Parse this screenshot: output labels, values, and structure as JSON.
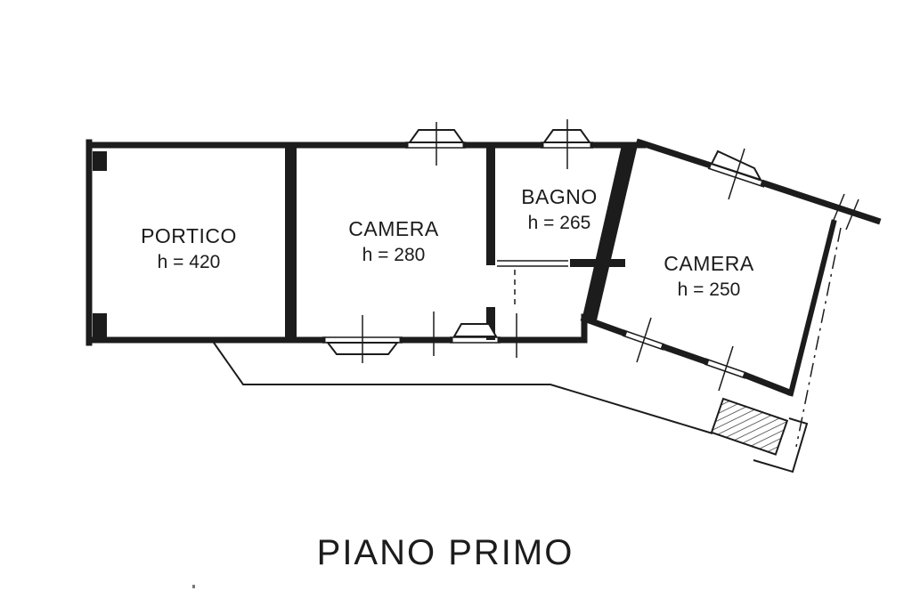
{
  "page": {
    "background": "#ffffff",
    "line_color": "#1c1c1c"
  },
  "title": {
    "text": "PIANO PRIMO"
  },
  "rooms": [
    {
      "id": "portico",
      "name": "PORTICO",
      "height": "h = 420"
    },
    {
      "id": "camera-1",
      "name": "CAMERA",
      "height": "h = 280"
    },
    {
      "id": "bagno",
      "name": "BAGNO",
      "height": "h = 265"
    },
    {
      "id": "camera-2",
      "name": "CAMERA",
      "height": "h = 250"
    }
  ]
}
